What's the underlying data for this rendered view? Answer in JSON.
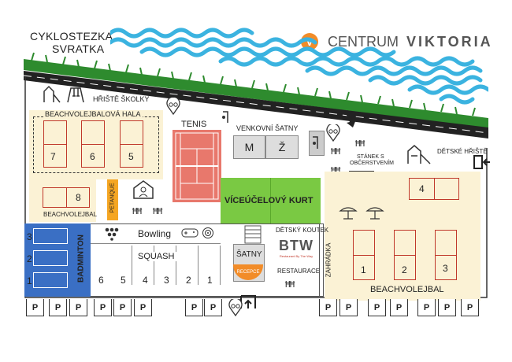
{
  "header": {
    "cyclepath_line1": "CYKLOSTEZKA",
    "cyclepath_line2": "SVRATKA",
    "brand_badge": "V",
    "brand_word1": "CENTRUM",
    "brand_word2": "VIKTORIA"
  },
  "areas": {
    "playground_school": "HŘIŠTĚ ŠKOLKY",
    "beach_hall": "BEACHVOLEJBALOVÁ HALA",
    "tennis": "TENIS",
    "outdoor_changing": "VENKOVNÍ ŠATNY",
    "changing_m": "M",
    "changing_z": "Ž",
    "snack_line1": "STÁNEK S",
    "snack_line2": "OBČERSTVENÍM",
    "kids_playground": "DĚTSKÉ HŘIŠTĚ",
    "beach_left_label": "BEACHVOLEJBAL",
    "petanque": "PETANQUE",
    "multi_court": "VÍCEÚČELOVÝ KURT",
    "kids_corner": "DĚTSKÝ KOUTEK",
    "restaurant": "RESTAURACE",
    "garden": "ZAHRÁDKA",
    "badminton": "BADMINTON",
    "bowling": "Bowling",
    "squash": "SQUASH",
    "changing_inner": "ŠATNY",
    "reception": "RECEPCE",
    "beach_right_label": "BEACHVOLEJBAL",
    "btw_logo": "BTW",
    "btw_tagline": "Restaurant By The Way"
  },
  "court_numbers": {
    "hall": [
      "7",
      "6",
      "5"
    ],
    "beach_left": "8",
    "beach_right_top": "4",
    "beach_right": [
      "1",
      "2",
      "3"
    ],
    "badminton": [
      "3",
      "2",
      "1"
    ],
    "squash": [
      "6",
      "5",
      "4",
      "3",
      "2",
      "1"
    ]
  },
  "parking": {
    "label": "P",
    "count_left": 8,
    "count_right": 7
  },
  "colors": {
    "water": "#3bb3e0",
    "grass": "#2e8b2e",
    "road": "#222222",
    "sand": "#fbf2d5",
    "badminton_blue": "#3a6fc4",
    "green_court": "#7ac943",
    "tennis_red": "#e8786c",
    "brand_orange": "#f28c28",
    "petanque_orange": "#f5a623",
    "grey_box": "#dddddd"
  }
}
